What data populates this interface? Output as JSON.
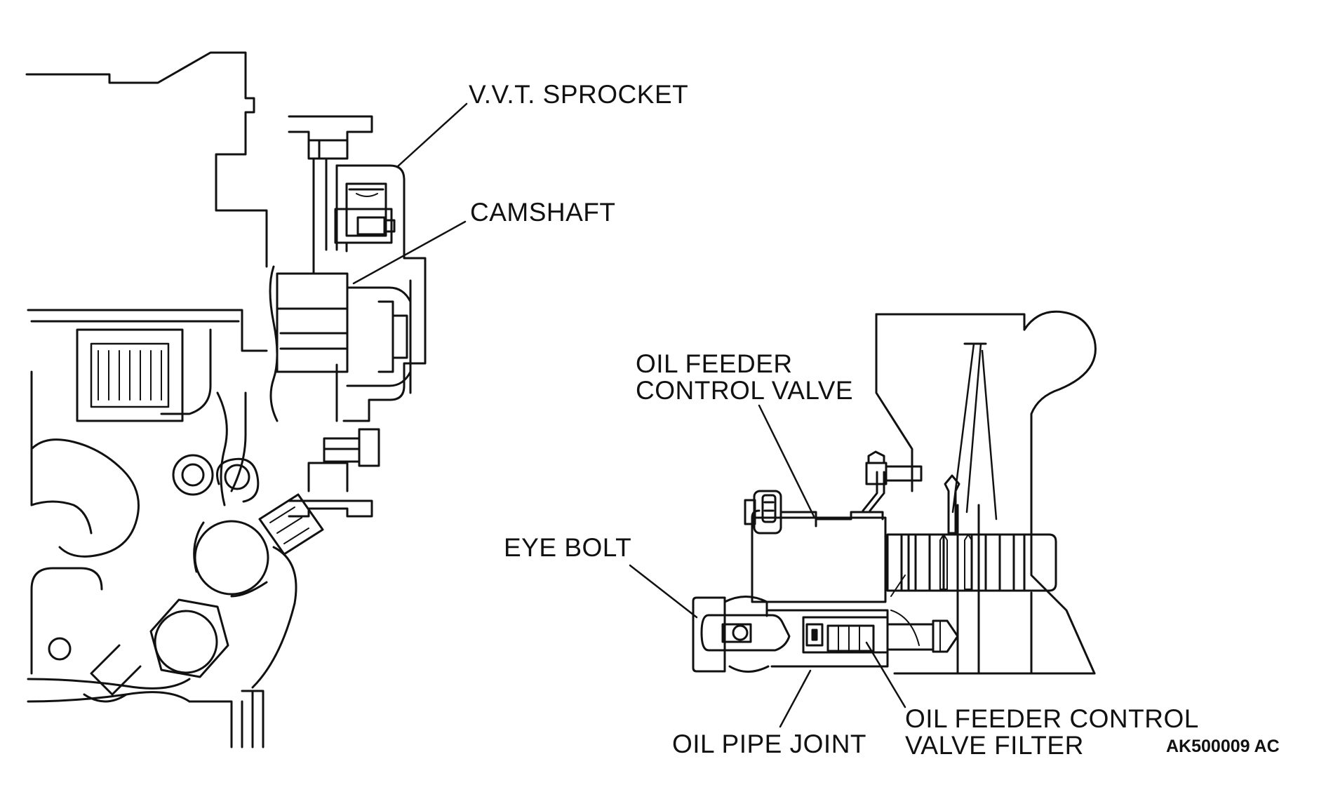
{
  "labels": {
    "vvt_sprocket": "V.V.T. SPROCKET",
    "camshaft": "CAMSHAFT",
    "oil_feeder_control_valve": [
      "OIL FEEDER",
      "CONTROL VALVE"
    ],
    "eye_bolt": "EYE BOLT",
    "oil_pipe_joint": "OIL PIPE JOINT",
    "oil_feeder_control_valve_filter": [
      "OIL FEEDER CONTROL",
      "VALVE FILTER"
    ]
  },
  "figure_code": "AK500009 AC"
}
